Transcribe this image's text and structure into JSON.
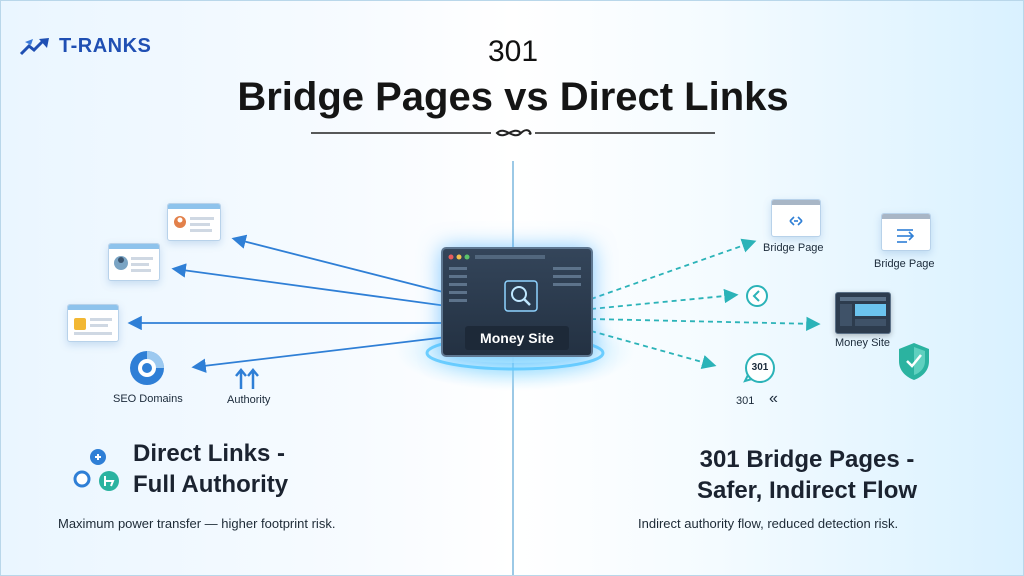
{
  "brand": {
    "name": "T-RANKS"
  },
  "title": {
    "line1": "301",
    "line2": "Bridge Pages vs Direct Links"
  },
  "center": {
    "money_site": "Money Site"
  },
  "left": {
    "seo_domains": "SEO Domains",
    "authority": "Authority",
    "heading_line1": "Direct Links -",
    "heading_line2": "Full Authority",
    "description": "Maximum power transfer — higher footprint risk."
  },
  "right": {
    "bridge_page_1": "Bridge Page",
    "bridge_page_2": "Bridge Page",
    "money_site": "Money Site",
    "badge_301": "301",
    "tag_301": "301",
    "heading_line1": "301 Bridge Pages -",
    "heading_line2": "Safer, Indirect Flow",
    "description": "Indirect authority flow, reduced detection risk."
  },
  "colors": {
    "accent": "#2f7fd6",
    "teal": "#2bb3b8",
    "brand": "#1f4fb3"
  }
}
